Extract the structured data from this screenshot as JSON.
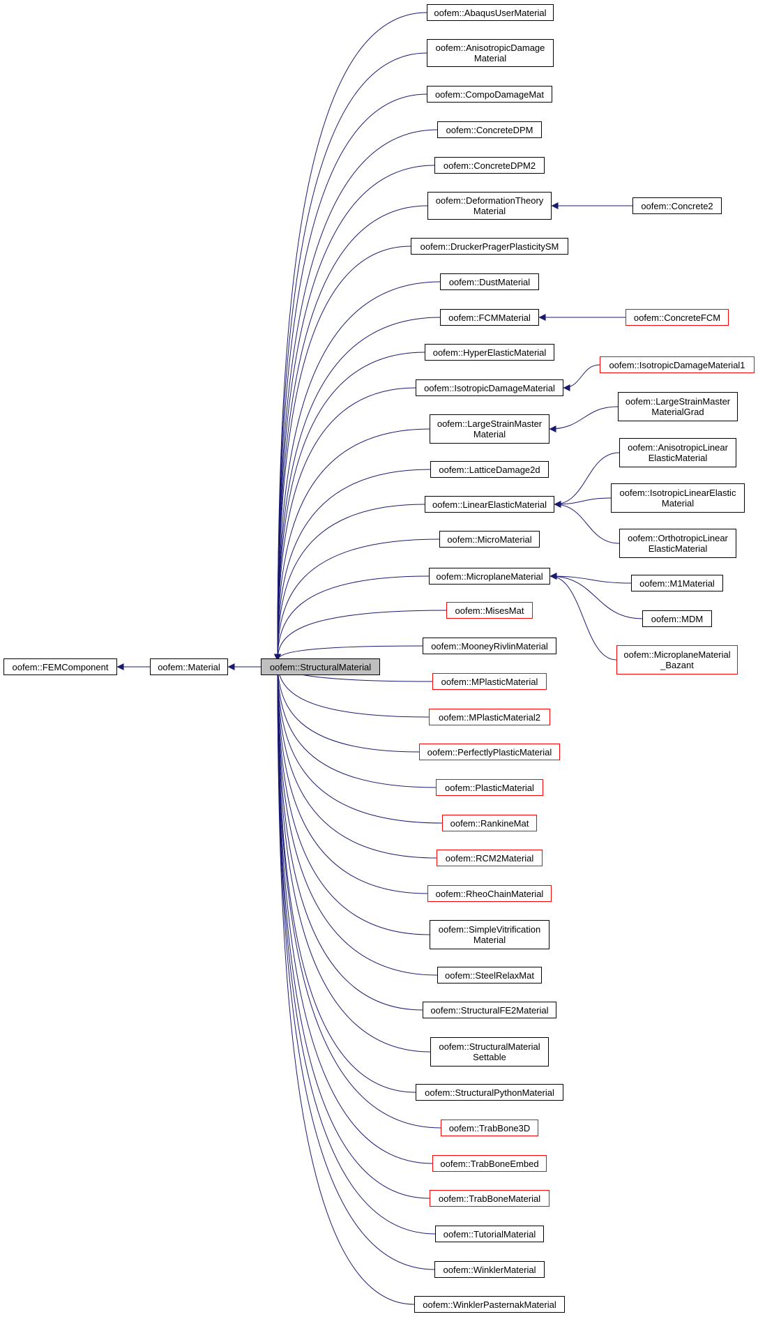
{
  "colors": {
    "edge": "#191970",
    "border": "#000000",
    "incomplete_border": "#ff0000",
    "focus_fill": "#bfbfbf"
  },
  "nodes": {
    "femcomponent": {
      "label": "oofem::FEMComponent",
      "style": "normal"
    },
    "material": {
      "label": "oofem::Material",
      "style": "normal"
    },
    "structural": {
      "label": "oofem::StructuralMaterial",
      "style": "focus"
    },
    "abaqus": {
      "label": "oofem::AbaqusUserMaterial",
      "style": "normal"
    },
    "anisodamage": {
      "label": "oofem::AnisotropicDamage\nMaterial",
      "style": "normal"
    },
    "compodamage": {
      "label": "oofem::CompoDamageMat",
      "style": "normal"
    },
    "concretedpm": {
      "label": "oofem::ConcreteDPM",
      "style": "normal"
    },
    "concretedpm2": {
      "label": "oofem::ConcreteDPM2",
      "style": "normal"
    },
    "deformation": {
      "label": "oofem::DeformationTheory\nMaterial",
      "style": "normal"
    },
    "concrete2": {
      "label": "oofem::Concrete2",
      "style": "normal"
    },
    "drucker": {
      "label": "oofem::DruckerPragerPlasticitySM",
      "style": "normal"
    },
    "dust": {
      "label": "oofem::DustMaterial",
      "style": "normal"
    },
    "fcm": {
      "label": "oofem::FCMMaterial",
      "style": "normal"
    },
    "concretefcm": {
      "label": "oofem::ConcreteFCM",
      "style": "incomplete"
    },
    "hyper": {
      "label": "oofem::HyperElasticMaterial",
      "style": "normal"
    },
    "isodamage": {
      "label": "oofem::IsotropicDamageMaterial",
      "style": "normal"
    },
    "isodamage1": {
      "label": "oofem::IsotropicDamageMaterial1",
      "style": "incomplete"
    },
    "largestrain": {
      "label": "oofem::LargeStrainMaster\nMaterial",
      "style": "normal"
    },
    "largestraingrad": {
      "label": "oofem::LargeStrainMaster\nMaterialGrad",
      "style": "normal"
    },
    "lattice": {
      "label": "oofem::LatticeDamage2d",
      "style": "normal"
    },
    "linelastic": {
      "label": "oofem::LinearElasticMaterial",
      "style": "normal"
    },
    "anisolinear": {
      "label": "oofem::AnisotropicLinear\nElasticMaterial",
      "style": "normal"
    },
    "isolinear": {
      "label": "oofem::IsotropicLinearElastic\nMaterial",
      "style": "normal"
    },
    "ortholinear": {
      "label": "oofem::OrthotropicLinear\nElasticMaterial",
      "style": "normal"
    },
    "micro": {
      "label": "oofem::MicroMaterial",
      "style": "normal"
    },
    "microplane": {
      "label": "oofem::MicroplaneMaterial",
      "style": "normal"
    },
    "m1": {
      "label": "oofem::M1Material",
      "style": "normal"
    },
    "mdm": {
      "label": "oofem::MDM",
      "style": "normal"
    },
    "bazant": {
      "label": "oofem::MicroplaneMaterial\n_Bazant",
      "style": "incomplete"
    },
    "mises": {
      "label": "oofem::MisesMat",
      "style": "incomplete"
    },
    "mooney": {
      "label": "oofem::MooneyRivlinMaterial",
      "style": "normal"
    },
    "mplastic": {
      "label": "oofem::MPlasticMaterial",
      "style": "incomplete"
    },
    "mplastic2": {
      "label": "oofem::MPlasticMaterial2",
      "style": "incomplete"
    },
    "perfectly": {
      "label": "oofem::PerfectlyPlasticMaterial",
      "style": "incomplete"
    },
    "plastic": {
      "label": "oofem::PlasticMaterial",
      "style": "incomplete"
    },
    "rankine": {
      "label": "oofem::RankineMat",
      "style": "incomplete"
    },
    "rcm2": {
      "label": "oofem::RCM2Material",
      "style": "incomplete"
    },
    "rheo": {
      "label": "oofem::RheoChainMaterial",
      "style": "incomplete"
    },
    "vitrification": {
      "label": "oofem::SimpleVitrification\nMaterial",
      "style": "normal"
    },
    "steelrelax": {
      "label": "oofem::SteelRelaxMat",
      "style": "normal"
    },
    "fe2": {
      "label": "oofem::StructuralFE2Material",
      "style": "normal"
    },
    "settable": {
      "label": "oofem::StructuralMaterial\nSettable",
      "style": "normal"
    },
    "python": {
      "label": "oofem::StructuralPythonMaterial",
      "style": "normal"
    },
    "trab3d": {
      "label": "oofem::TrabBone3D",
      "style": "incomplete"
    },
    "trabembed": {
      "label": "oofem::TrabBoneEmbed",
      "style": "incomplete"
    },
    "trabmat": {
      "label": "oofem::TrabBoneMaterial",
      "style": "incomplete"
    },
    "tutorial": {
      "label": "oofem::TutorialMaterial",
      "style": "normal"
    },
    "winkler": {
      "label": "oofem::WinklerMaterial",
      "style": "normal"
    },
    "winklerpast": {
      "label": "oofem::WinklerPasternakMaterial",
      "style": "normal"
    }
  },
  "edges": [
    [
      "material",
      "femcomponent"
    ],
    [
      "structural",
      "material"
    ],
    [
      "abaqus",
      "structural"
    ],
    [
      "anisodamage",
      "structural"
    ],
    [
      "compodamage",
      "structural"
    ],
    [
      "concretedpm",
      "structural"
    ],
    [
      "concretedpm2",
      "structural"
    ],
    [
      "deformation",
      "structural"
    ],
    [
      "drucker",
      "structural"
    ],
    [
      "dust",
      "structural"
    ],
    [
      "fcm",
      "structural"
    ],
    [
      "hyper",
      "structural"
    ],
    [
      "isodamage",
      "structural"
    ],
    [
      "largestrain",
      "structural"
    ],
    [
      "lattice",
      "structural"
    ],
    [
      "linelastic",
      "structural"
    ],
    [
      "micro",
      "structural"
    ],
    [
      "microplane",
      "structural"
    ],
    [
      "mises",
      "structural"
    ],
    [
      "mooney",
      "structural"
    ],
    [
      "mplastic",
      "structural"
    ],
    [
      "mplastic2",
      "structural"
    ],
    [
      "perfectly",
      "structural"
    ],
    [
      "plastic",
      "structural"
    ],
    [
      "rankine",
      "structural"
    ],
    [
      "rcm2",
      "structural"
    ],
    [
      "rheo",
      "structural"
    ],
    [
      "vitrification",
      "structural"
    ],
    [
      "steelrelax",
      "structural"
    ],
    [
      "fe2",
      "structural"
    ],
    [
      "settable",
      "structural"
    ],
    [
      "python",
      "structural"
    ],
    [
      "trab3d",
      "structural"
    ],
    [
      "trabembed",
      "structural"
    ],
    [
      "trabmat",
      "structural"
    ],
    [
      "tutorial",
      "structural"
    ],
    [
      "winkler",
      "structural"
    ],
    [
      "winklerpast",
      "structural"
    ],
    [
      "concrete2",
      "deformation"
    ],
    [
      "concretefcm",
      "fcm"
    ],
    [
      "isodamage1",
      "isodamage"
    ],
    [
      "largestraingrad",
      "largestrain"
    ],
    [
      "anisolinear",
      "linelastic"
    ],
    [
      "isolinear",
      "linelastic"
    ],
    [
      "ortholinear",
      "linelastic"
    ],
    [
      "m1",
      "microplane"
    ],
    [
      "mdm",
      "microplane"
    ],
    [
      "bazant",
      "microplane"
    ]
  ]
}
